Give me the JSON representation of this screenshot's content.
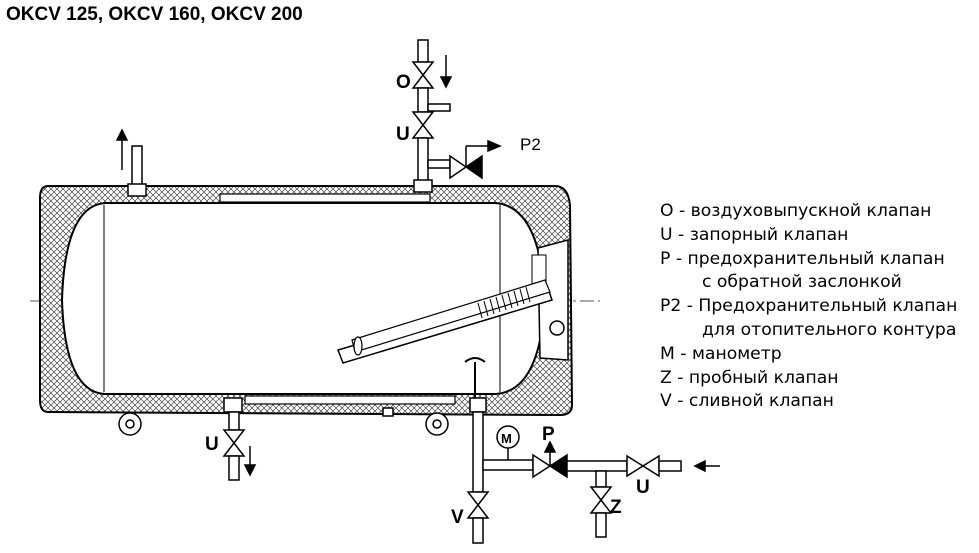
{
  "title": "OKCV 125, OKCV 160, OKCV 200",
  "labels": {
    "o_top": "O",
    "u_top": "U",
    "p2": "P2",
    "u_bottom_left": "U",
    "m": "M",
    "p": "P",
    "u_right": "U",
    "v": "V",
    "z": "Z"
  },
  "legend": [
    "O - воздуховыпускной клапан",
    "U - запорный клапан",
    "P   - предохранительный клапан",
    "с обратной заслонкой",
    "P2 - Предохранительный клапан",
    "для отопительного контура",
    "M - манометр",
    "Z - пробный клапан",
    "V - сливной клапан"
  ]
}
